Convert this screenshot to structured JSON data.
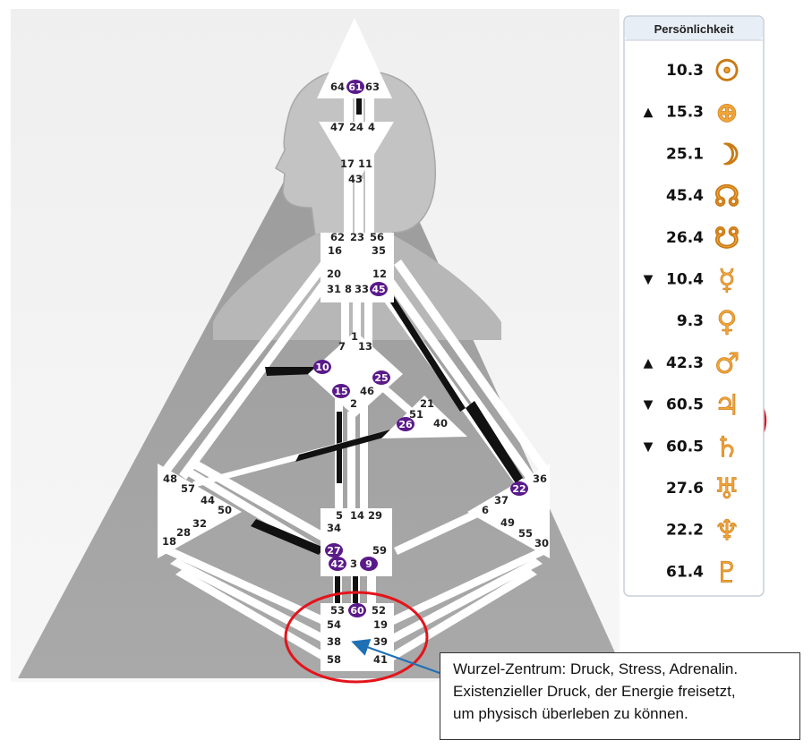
{
  "panel": {
    "title": "Persönlichkeit",
    "rows": [
      {
        "value": "10.3",
        "arrow": "",
        "icon": "sun-icon",
        "symbol": "☉"
      },
      {
        "value": "15.3",
        "arrow": "▲",
        "icon": "earth-icon",
        "symbol": "⊕"
      },
      {
        "value": "25.1",
        "arrow": "",
        "icon": "moon-icon",
        "symbol": "☽"
      },
      {
        "value": "45.4",
        "arrow": "",
        "icon": "north-node-icon",
        "symbol": "☊"
      },
      {
        "value": "26.4",
        "arrow": "",
        "icon": "south-node-icon",
        "symbol": "☋"
      },
      {
        "value": "10.4",
        "arrow": "▼",
        "icon": "mercury-icon",
        "symbol": "☿"
      },
      {
        "value": "9.3",
        "arrow": "",
        "icon": "venus-icon",
        "symbol": "♀"
      },
      {
        "value": "42.3",
        "arrow": "▲",
        "icon": "mars-icon",
        "symbol": "♂"
      },
      {
        "value": "60.5",
        "arrow": "▼",
        "icon": "jupiter-icon",
        "symbol": "♃"
      },
      {
        "value": "60.5",
        "arrow": "▼",
        "icon": "saturn-icon",
        "symbol": "♄"
      },
      {
        "value": "27.6",
        "arrow": "",
        "icon": "uranus-icon",
        "symbol": "♅"
      },
      {
        "value": "22.2",
        "arrow": "",
        "icon": "neptune-icon",
        "symbol": "♆"
      },
      {
        "value": "61.4",
        "arrow": "",
        "icon": "pluto-icon",
        "symbol": "♇"
      }
    ]
  },
  "note": {
    "lines": [
      "Wurzel-Zentrum: Druck, Stress, Adrenalin.",
      "Existenzieller Druck, der Energie freisetzt,",
      "um physisch überleben zu können."
    ]
  },
  "gates": [
    {
      "id": "64",
      "active": false
    },
    {
      "id": "61",
      "active": true
    },
    {
      "id": "63",
      "active": false
    },
    {
      "id": "47",
      "active": false
    },
    {
      "id": "24",
      "active": false
    },
    {
      "id": "4",
      "active": false
    },
    {
      "id": "17",
      "active": false
    },
    {
      "id": "11",
      "active": false
    },
    {
      "id": "43",
      "active": false
    },
    {
      "id": "62",
      "active": false
    },
    {
      "id": "23",
      "active": false
    },
    {
      "id": "56",
      "active": false
    },
    {
      "id": "16",
      "active": false
    },
    {
      "id": "35",
      "active": false
    },
    {
      "id": "20",
      "active": false
    },
    {
      "id": "12",
      "active": false
    },
    {
      "id": "31",
      "active": false
    },
    {
      "id": "8",
      "active": false
    },
    {
      "id": "33",
      "active": false
    },
    {
      "id": "45",
      "active": true
    },
    {
      "id": "1",
      "active": false
    },
    {
      "id": "7",
      "active": false
    },
    {
      "id": "13",
      "active": false
    },
    {
      "id": "10",
      "active": true
    },
    {
      "id": "25",
      "active": true
    },
    {
      "id": "15",
      "active": true
    },
    {
      "id": "46",
      "active": false
    },
    {
      "id": "2",
      "active": false
    },
    {
      "id": "21",
      "active": false
    },
    {
      "id": "51",
      "active": false
    },
    {
      "id": "26",
      "active": true
    },
    {
      "id": "40",
      "active": false
    },
    {
      "id": "48",
      "active": false
    },
    {
      "id": "57",
      "active": false
    },
    {
      "id": "44",
      "active": false
    },
    {
      "id": "50",
      "active": false
    },
    {
      "id": "32",
      "active": false
    },
    {
      "id": "28",
      "active": false
    },
    {
      "id": "18",
      "active": false
    },
    {
      "id": "36",
      "active": false
    },
    {
      "id": "22",
      "active": true
    },
    {
      "id": "37",
      "active": false
    },
    {
      "id": "6",
      "active": false
    },
    {
      "id": "49",
      "active": false
    },
    {
      "id": "55",
      "active": false
    },
    {
      "id": "30",
      "active": false
    },
    {
      "id": "5",
      "active": false
    },
    {
      "id": "14",
      "active": false
    },
    {
      "id": "29",
      "active": false
    },
    {
      "id": "34",
      "active": false
    },
    {
      "id": "27",
      "active": true
    },
    {
      "id": "59",
      "active": false
    },
    {
      "id": "42",
      "active": true
    },
    {
      "id": "3",
      "active": false
    },
    {
      "id": "9",
      "active": true
    },
    {
      "id": "53",
      "active": false
    },
    {
      "id": "60",
      "active": true
    },
    {
      "id": "52",
      "active": false
    },
    {
      "id": "54",
      "active": false
    },
    {
      "id": "19",
      "active": false
    },
    {
      "id": "38",
      "active": false
    },
    {
      "id": "39",
      "active": false
    },
    {
      "id": "58",
      "active": false
    },
    {
      "id": "41",
      "active": false
    }
  ],
  "colors": {
    "active_gate": "#5a1a8a",
    "definition": "#111111",
    "highlight_circle": "#e3141b",
    "note_arrow": "#1f6fb5",
    "planet_symbol": "#f0a43a"
  }
}
